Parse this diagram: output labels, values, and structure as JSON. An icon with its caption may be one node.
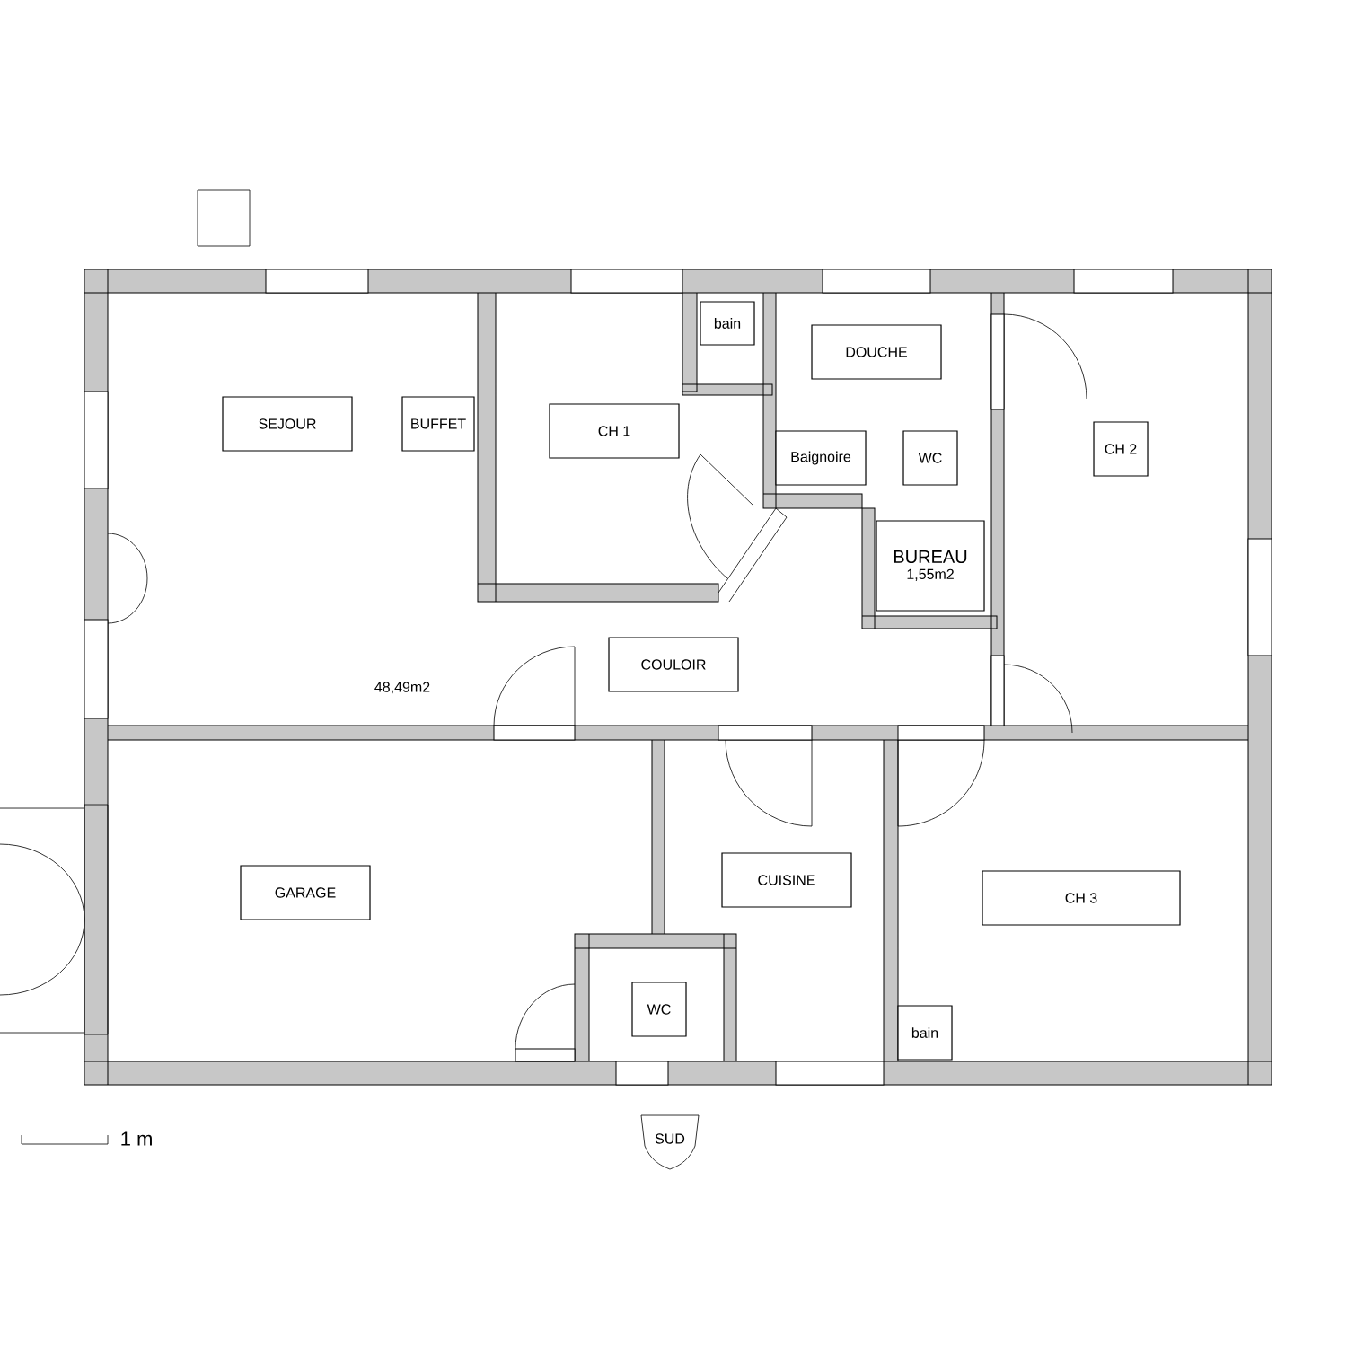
{
  "diagram": {
    "nodes": [
      {
        "text": [
          "SEJOUR"
        ]
      },
      {
        "text": [
          "BUFFET"
        ]
      },
      {
        "text": [
          "CH 1"
        ]
      },
      {
        "text": [
          "bain"
        ]
      },
      {
        "text": [
          "DOUCHE"
        ]
      },
      {
        "text": [
          "Baignoire"
        ]
      },
      {
        "text": [
          "WC"
        ]
      },
      {
        "text": [
          "BUREAU",
          "1,55m2"
        ]
      },
      {
        "text": [
          "CH 2"
        ]
      },
      {
        "text": [
          "COULOIR"
        ]
      },
      {
        "text": [
          "GARAGE"
        ]
      },
      {
        "text": [
          "CUISINE"
        ]
      },
      {
        "text": [
          "WC"
        ]
      },
      {
        "text": [
          "CH 3"
        ]
      },
      {
        "text": [
          "bain"
        ]
      },
      {
        "text": [
          "SUD"
        ]
      }
    ],
    "labels": [
      "48,49m2",
      "1 m"
    ]
  }
}
